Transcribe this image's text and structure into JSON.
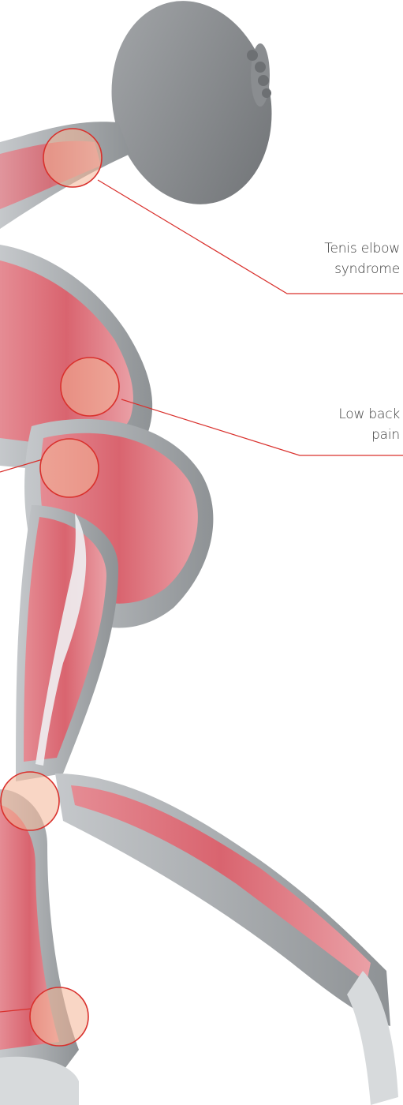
{
  "annotations": [
    {
      "line1": "Tenis elbow",
      "line2": "syndrome"
    },
    {
      "line1": "Low back",
      "line2": "pain"
    }
  ],
  "colors": {
    "highlight_stroke": "#d9302c",
    "highlight_fill": "#f4b595",
    "muscle": "#e07a82",
    "muscle_dark": "#c44a58",
    "tendon": "#eef0f2",
    "skin": "#9fa3a6",
    "skin_light": "#d7dadc",
    "discus": "#7f8285"
  },
  "icons": [
    "discus-icon",
    "human-figure-illustration"
  ]
}
